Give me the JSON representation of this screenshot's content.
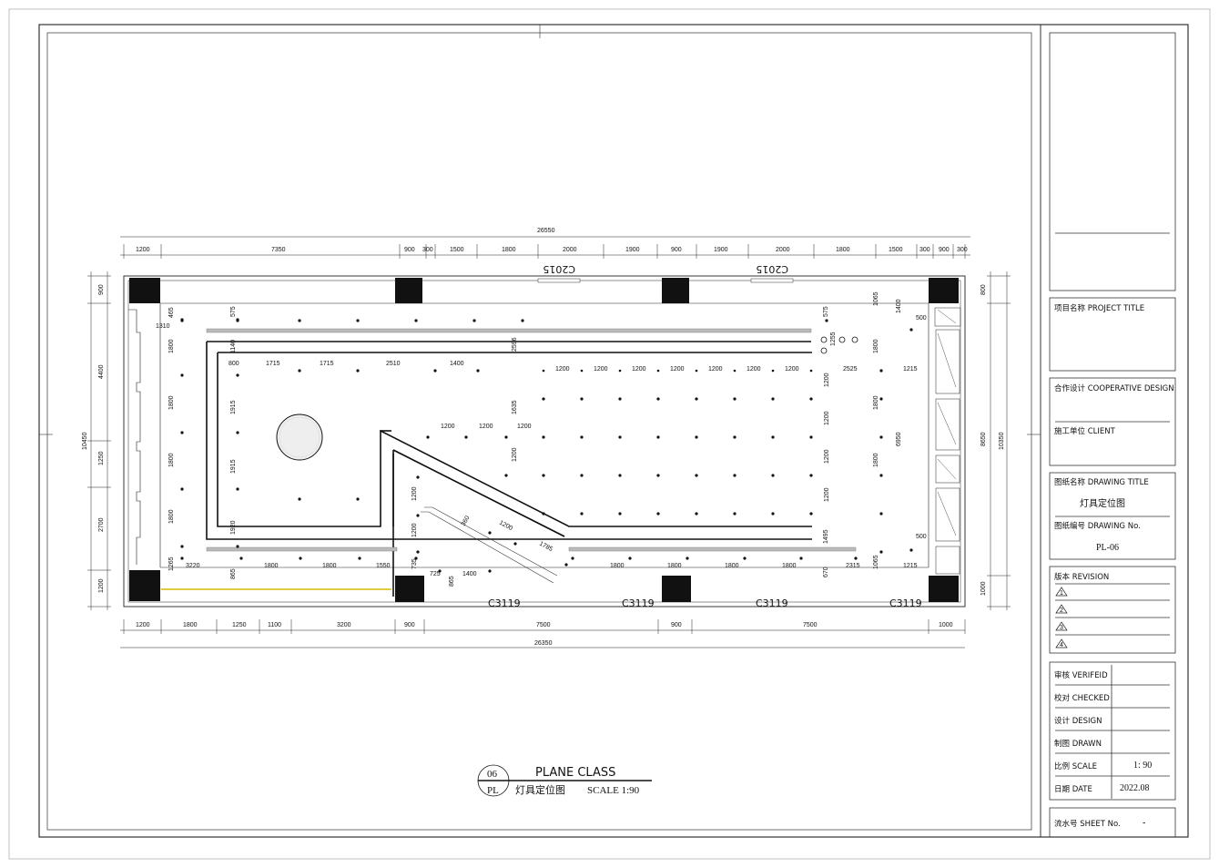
{
  "overall": {
    "top": "26550",
    "bottom": "26350",
    "left": "10450",
    "right_inner": "8650",
    "right_outer": "10350"
  },
  "dims_top": [
    "1200",
    "7350",
    "900",
    "300",
    "1500",
    "1800",
    "2000",
    "1900",
    "900",
    "1900",
    "2000",
    "1800",
    "1500",
    "300",
    "900",
    "300"
  ],
  "dims_bottom": [
    "1200",
    "1800",
    "1250",
    "1100",
    "3200",
    "900",
    "7500",
    "900",
    "7500",
    "1000"
  ],
  "dims_left": [
    "900",
    "4400",
    "1250",
    "2700",
    "1200"
  ],
  "dims_right": [
    "800",
    "1000"
  ],
  "inner_dims": {
    "top_row": [
      "800",
      "1715",
      "1715",
      "2510",
      "1400"
    ],
    "grid_row": [
      "1200",
      "1200",
      "1200",
      "1200",
      "1200",
      "1200",
      "1200"
    ],
    "mid_row": [
      "1200",
      "1200",
      "1200"
    ],
    "bottom_row": [
      "3220",
      "1800",
      "1800",
      "1550"
    ],
    "bottom_right_row": [
      "1800",
      "1800",
      "1800",
      "1800"
    ],
    "left_col": [
      "1800",
      "1800",
      "1800",
      "1800"
    ],
    "right_col": [
      "1800",
      "1800",
      "1800"
    ],
    "grid_col": [
      "1200",
      "1200",
      "1200",
      "1200"
    ],
    "wedge": [
      "1200",
      "1200"
    ],
    "diag": [
      "360",
      "1200",
      "1785"
    ],
    "misc": [
      "1310",
      "465",
      "575",
      "1140",
      "1915",
      "1915",
      "1920",
      "1265",
      "865",
      "735",
      "725",
      "1400",
      "865",
      "2596",
      "1635",
      "1200",
      "575",
      "1255",
      "2525",
      "1215",
      "1065",
      "1400",
      "500",
      "6950",
      "1215",
      "500",
      "1065",
      "2315",
      "670",
      "1495"
    ]
  },
  "windows_top": [
    "C2015",
    "C2015"
  ],
  "windows_bottom": [
    "C3119",
    "C3119",
    "C3119",
    "C3119"
  ],
  "caption": {
    "num": "06",
    "code": "PL",
    "title": "PLANE CLASS",
    "subtitle": "灯具定位图",
    "scale": "SCALE 1:90"
  },
  "titleblock": {
    "project_title": "项目名称 PROJECT TITLE",
    "coop": "合作设计 COOPERATIVE DESIGN",
    "client": "施工单位 CLIENT",
    "drawing_title": "图纸名称 DRAWING TITLE",
    "drawing_title_value": "灯具定位图",
    "drawing_no": "图纸编号 DRAWING No.",
    "drawing_no_value": "PL-06",
    "revision": "版本 REVISION",
    "rev_marks": [
      "1",
      "2",
      "3",
      "4"
    ],
    "verified": "审核 VERIFEID",
    "checked": "校对 CHECKED",
    "design": "设计 DESIGN",
    "drawn": "制图 DRAWN",
    "scale": "比例 SCALE",
    "scale_value": "1: 90",
    "date": "日期 DATE",
    "date_value": "2022.08",
    "sheet": "流水号 SHEET No.",
    "sheet_value": "-"
  }
}
